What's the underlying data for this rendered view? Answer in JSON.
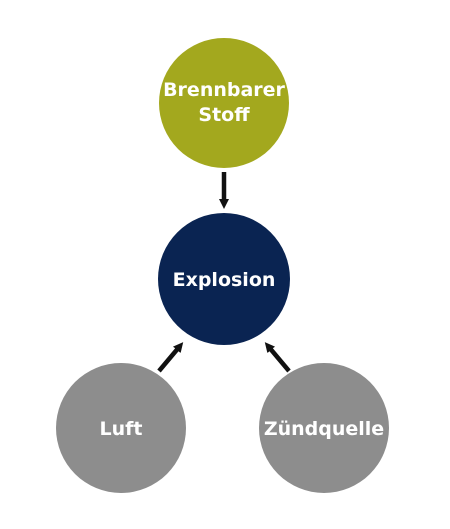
{
  "diagram": {
    "nodes": {
      "fuel": {
        "lines": [
          "Brennbarer",
          "Stoff"
        ],
        "color": "#a3a81e"
      },
      "explosion": {
        "lines": [
          "Explosion"
        ],
        "color": "#0a2452"
      },
      "air": {
        "lines": [
          "Luft"
        ],
        "color": "#8d8d8d"
      },
      "ignition": {
        "lines": [
          "Zündquelle"
        ],
        "color": "#8d8d8d"
      }
    },
    "arrow_color": "#111111"
  }
}
